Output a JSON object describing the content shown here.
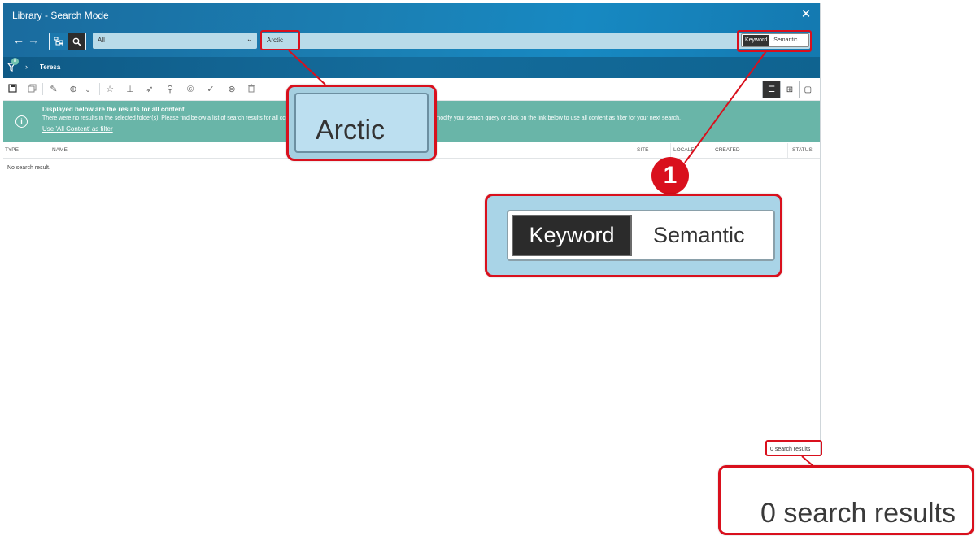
{
  "window": {
    "title": "Library - Search Mode",
    "close_icon": "close-icon"
  },
  "toolbar_top": {
    "back_icon": "arrow-left-icon",
    "forward_icon": "arrow-right-icon",
    "scope_value": "All",
    "search_value": "Arctic",
    "search_modes": [
      "Keyword",
      "Semantic"
    ],
    "active_search_mode": "Keyword"
  },
  "breadcrumb": {
    "filter_count": "8",
    "item": "Teresa"
  },
  "banner": {
    "title": "Displayed below are the results for all content",
    "text": "There were no results in the selected folder(s). Please find below a list of search results for all content, as requested. To continue, select a different folder or modify your search query or click on the link below to use all content as filter for your next search.",
    "link": "Use 'All Content' as filter"
  },
  "table": {
    "columns": [
      "TYPE",
      "NAME",
      "SITE",
      "LOCALE",
      "CREATED",
      "STATUS"
    ],
    "empty_text": "No search result."
  },
  "footer": {
    "result_count": "0 search results"
  },
  "callouts": {
    "arctic": "Arctic",
    "keyword": "Keyword",
    "semantic": "Semantic",
    "results": "0 search results",
    "step": "1"
  },
  "colors": {
    "header": "#1b7fb3",
    "banner": "#69b5a8",
    "highlight": "#d9101d"
  }
}
